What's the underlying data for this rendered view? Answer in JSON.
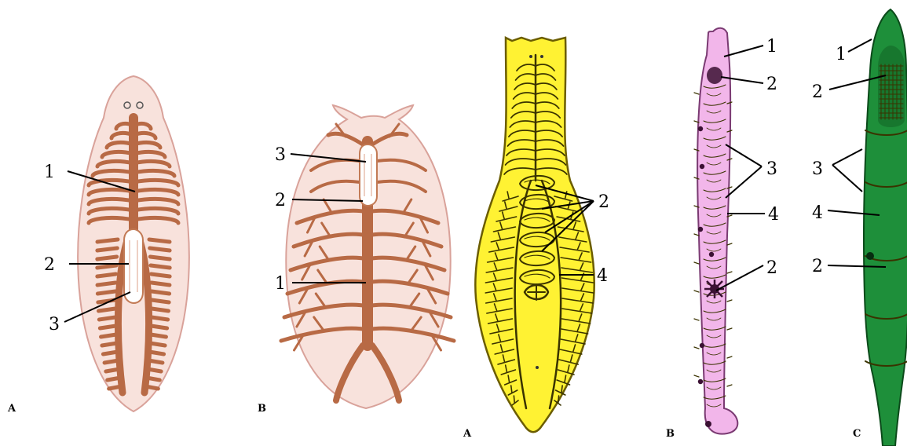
{
  "colors": {
    "pink_body": "#f8e2dc",
    "pink_edge": "#d9a29a",
    "gut_brown": "#c27a55",
    "yellow_body": "#fff233",
    "yellow_edge": "#6b5d00",
    "worm_pink": "#f2b6ea",
    "worm_edge": "#7a3a72",
    "green_body": "#1e8f3a",
    "green_dark": "#0b4a1a"
  },
  "panels": [
    {
      "id": "planarian-a",
      "letter": "A",
      "labels": [
        "1",
        "2",
        "3"
      ]
    },
    {
      "id": "planarian-b",
      "letter": "B",
      "labels": [
        "3",
        "2",
        "1"
      ]
    },
    {
      "id": "fluke",
      "letter": "A",
      "labels": [
        "2",
        "4"
      ]
    },
    {
      "id": "worm-pink",
      "letter": "B",
      "labels": [
        "1",
        "2",
        "3",
        "4",
        "2"
      ]
    },
    {
      "id": "worm-green",
      "letter": "C",
      "labels": [
        "1",
        "2",
        "3",
        "4",
        "2"
      ]
    }
  ]
}
